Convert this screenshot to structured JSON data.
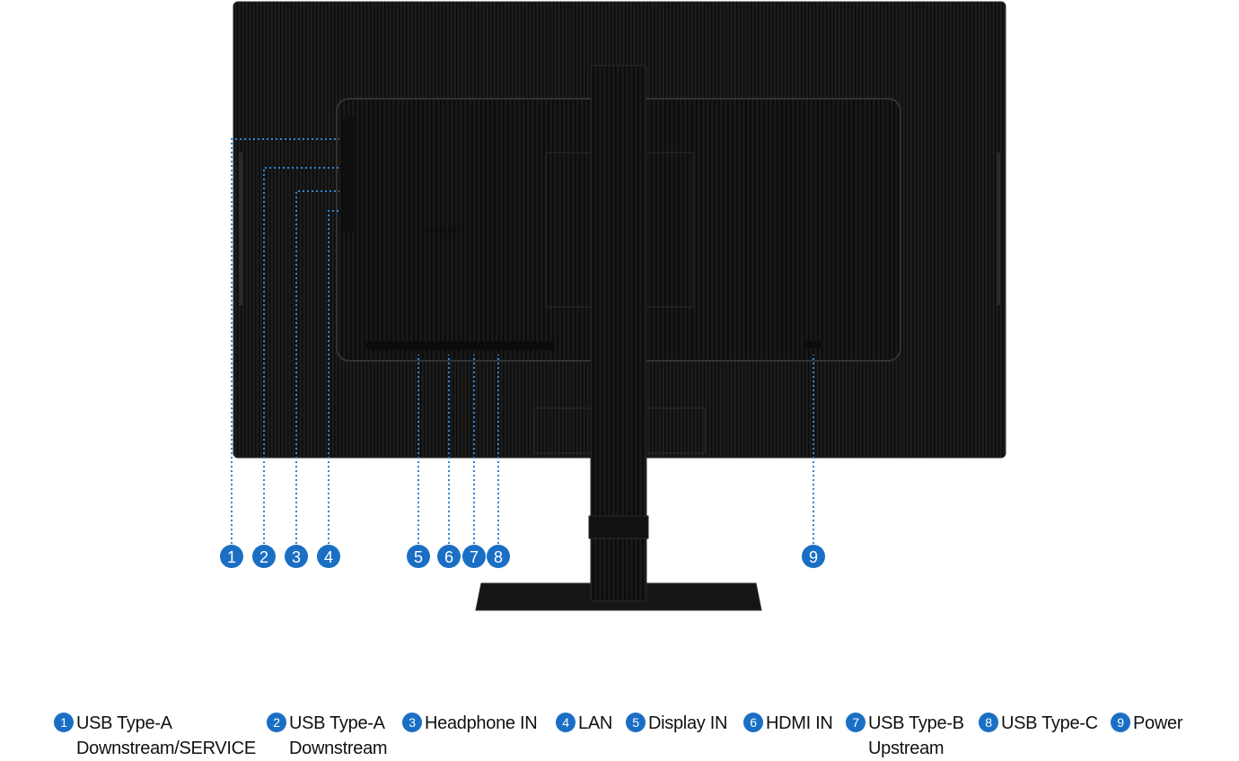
{
  "accent_color": "#1a6fc4",
  "brand_mark": "SAMSUNG",
  "callouts": [
    "1",
    "2",
    "3",
    "4",
    "5",
    "6",
    "7",
    "8",
    "9"
  ],
  "legend": [
    {
      "num": "1",
      "line1": "USB Type-A",
      "line2": "Downstream/SERVICE"
    },
    {
      "num": "2",
      "line1": "USB Type-A",
      "line2": "Downstream"
    },
    {
      "num": "3",
      "line1": "Headphone IN",
      "line2": ""
    },
    {
      "num": "4",
      "line1": "LAN",
      "line2": ""
    },
    {
      "num": "5",
      "line1": "Display IN",
      "line2": ""
    },
    {
      "num": "6",
      "line1": "HDMI IN",
      "line2": ""
    },
    {
      "num": "7",
      "line1": "USB Type-B",
      "line2": "Upstream"
    },
    {
      "num": "8",
      "line1": "USB Type-C",
      "line2": ""
    },
    {
      "num": "9",
      "line1": "Power",
      "line2": ""
    }
  ]
}
